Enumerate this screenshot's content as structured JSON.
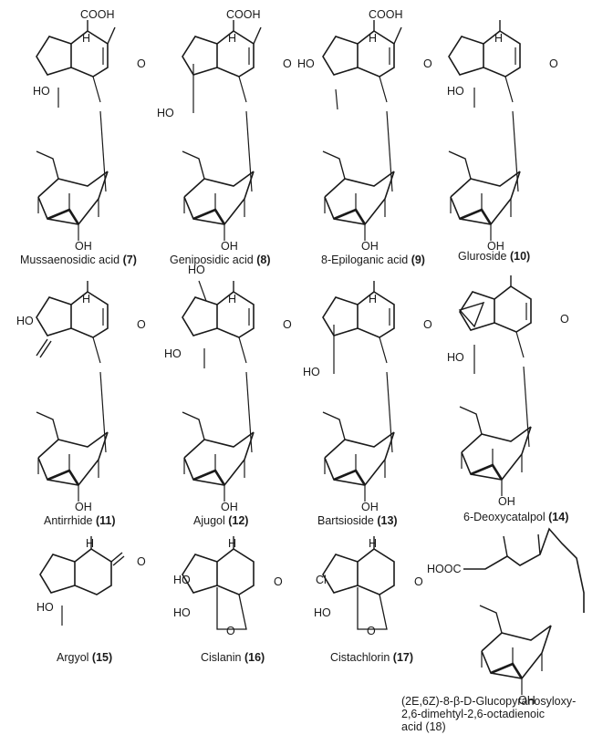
{
  "atoms": {
    "cooh": "COOH",
    "hooc": "HOOC",
    "oh": "OH",
    "ho": "HO",
    "h": "H",
    "o": "O",
    "cl": "Cl"
  },
  "compounds": [
    {
      "name": "Mussaenosidic acid",
      "num": "(7)"
    },
    {
      "name": "Geniposidic acid",
      "num": "(8)"
    },
    {
      "name": "8-Epiloganic acid",
      "num": "(9)"
    },
    {
      "name": "Gluroside",
      "num": "(10)"
    },
    {
      "name": "Antirrhide",
      "num": "(11)"
    },
    {
      "name": "Ajugol",
      "num": "(12)"
    },
    {
      "name": "Bartsioside",
      "num": "(13)"
    },
    {
      "name": "6-Deoxycatalpol",
      "num": "(14)"
    },
    {
      "name": "Argyol",
      "num": "(15)"
    },
    {
      "name": "Cislanin",
      "num": "(16)"
    },
    {
      "name": "Cistachlorin",
      "num": "(17)"
    },
    {
      "name": "",
      "num": "(18)",
      "lines": [
        "(2E,6Z)-8-β-D-Glucopyranosyloxy-",
        "2,6-dimehtyl-2,6-octadienoic",
        "acid (18)"
      ]
    }
  ]
}
